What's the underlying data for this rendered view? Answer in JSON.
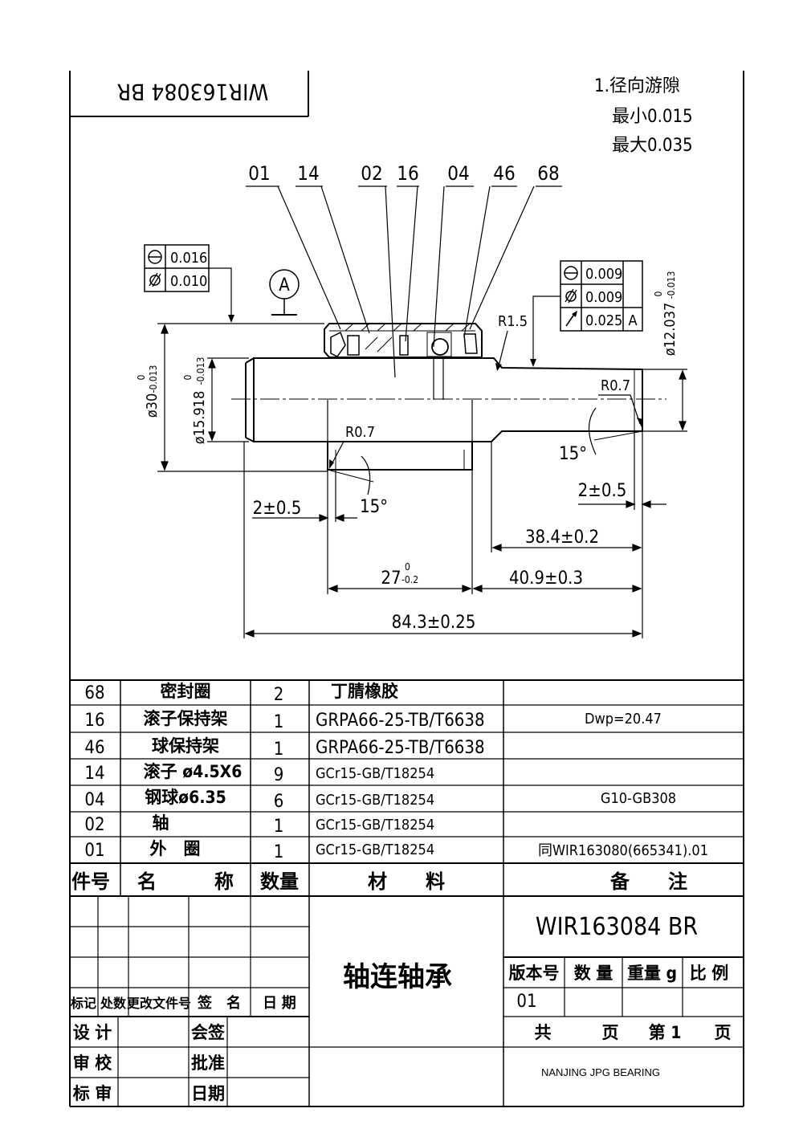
{
  "part_number_flipped": "WIR163084 BR",
  "notes": {
    "item1": "1.径向游隙",
    "min": "最小0.015",
    "max": "最大0.035"
  },
  "balloons": [
    "01",
    "14",
    "02",
    "16",
    "04",
    "46",
    "68"
  ],
  "datum": "A",
  "fcf_left": [
    {
      "symbol": "circularity-icon",
      "value": "0.016"
    },
    {
      "symbol": "cylindricity-icon",
      "value": "0.010"
    }
  ],
  "fcf_right": [
    {
      "symbol": "circularity-icon",
      "value": "0.009"
    },
    {
      "symbol": "cylindricity-icon",
      "value": "0.009"
    },
    {
      "symbol": "runout-icon",
      "value": "0.025",
      "datum": "A"
    }
  ],
  "dims": {
    "d30": "ø30",
    "d30_upper": "0",
    "d30_lower": "-0.013",
    "d15": "ø15.918",
    "d15_upper": "0",
    "d15_lower": "-0.013",
    "d12": "ø12.037",
    "d12_upper": "0",
    "d12_lower": "-0.013",
    "r15": "R1.5",
    "r07_left": "R0.7",
    "r07_right": "R0.7",
    "ang_left": "15°",
    "ang_right": "15°",
    "chamfer_left": "2±0.5",
    "chamfer_right": "2±0.5",
    "len_384": "38.4±0.2",
    "len_27": "27",
    "len_27_upper": "0",
    "len_27_lower": "-0.2",
    "len_409": "40.9±0.3",
    "len_843": "84.3±0.25"
  },
  "bom": {
    "rows": [
      {
        "no": "68",
        "name": "密封圈",
        "qty": "2",
        "material": "丁腈橡胶",
        "remark": ""
      },
      {
        "no": "16",
        "name": "滚子保持架",
        "qty": "1",
        "material": "GRPA66-25-TB/T6638",
        "remark": "Dwp=20.47"
      },
      {
        "no": "46",
        "name": "球保持架",
        "qty": "1",
        "material": "GRPA66-25-TB/T6638",
        "remark": ""
      },
      {
        "no": "14",
        "name": "滚子 ø4.5X6",
        "qty": "9",
        "material": "GCr15-GB/T18254",
        "remark": ""
      },
      {
        "no": "04",
        "name": "钢球ø6.35",
        "qty": "6",
        "material": "GCr15-GB/T18254",
        "remark": "G10-GB308"
      },
      {
        "no": "02",
        "name": "轴",
        "qty": "1",
        "material": "GCr15-GB/T18254",
        "remark": ""
      },
      {
        "no": "01",
        "name": "外　圈",
        "qty": "1",
        "material": "GCr15-GB/T18254",
        "remark": "同WIR163080(665341).01"
      }
    ],
    "header": {
      "no": "件号",
      "name": "名　　　称",
      "qty": "数量",
      "material": "材　　料",
      "remark": "备　　注"
    }
  },
  "title_block": {
    "title": "轴连轴承",
    "drawing_no": "WIR163084 BR",
    "rev_label": "标记",
    "zone_label": "处数",
    "doc_label": "更改文件号",
    "sign_label": "签　名",
    "date_label": "日 期",
    "design": "设 计",
    "check": "审 校",
    "std": "标 审",
    "cosign": "会签",
    "approve": "批准",
    "date2": "日期",
    "version_label": "版本号",
    "qty_label": "数 量",
    "weight_label": "重量 g",
    "scale_label": "比 例",
    "version": "01",
    "total_label": "共",
    "page_label": "页",
    "sheet_label": "第 1",
    "sheet_page": "页",
    "company": "NANJING JPG BEARING"
  }
}
